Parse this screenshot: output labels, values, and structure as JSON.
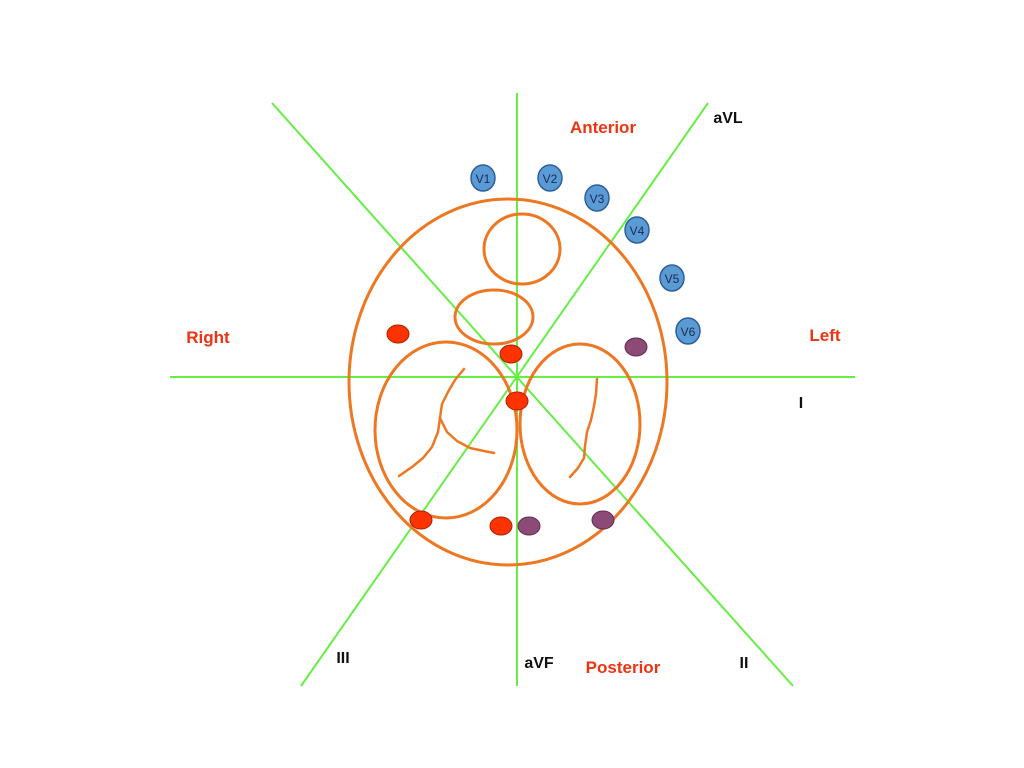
{
  "directions": {
    "anterior": "Anterior",
    "posterior": "Posterior",
    "right": "Right",
    "left": "Left"
  },
  "leads": {
    "avl": "aVL",
    "i": "I",
    "ii": "II",
    "iii": "III",
    "avf": "aVF"
  },
  "chest_electrodes": [
    "V1",
    "V2",
    "V3",
    "V4",
    "V5",
    "V6"
  ],
  "colors": {
    "axis_lines": "#66ee44",
    "heart_outline": "#ee7722",
    "direction_labels": "#ee3311",
    "lead_labels": "#111111",
    "chest_electrode_fill": "#5b9bd5",
    "chest_electrode_stroke": "#2e5f99",
    "red_marker": "#ff3300",
    "purple_marker": "#8e4a76"
  }
}
